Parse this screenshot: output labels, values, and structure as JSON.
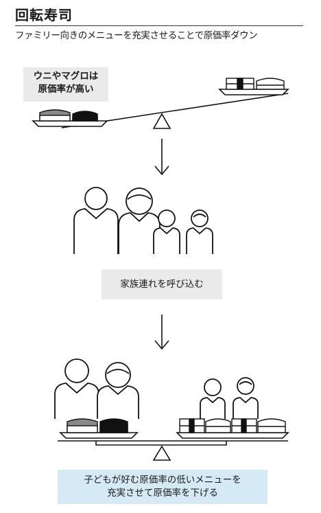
{
  "title": "回転寿司",
  "subtitle": "ファミリー向きのメニューを充実させることで原価率ダウン",
  "top_label": {
    "line1": "ウニやマグロは",
    "line2": "原価率が高い"
  },
  "middle_label": "家族連れを呼び込む",
  "bottom_label": {
    "line1": "子どもが好む原価率の低いメニューを",
    "line2": "充実させて原価率を下げる"
  }
}
